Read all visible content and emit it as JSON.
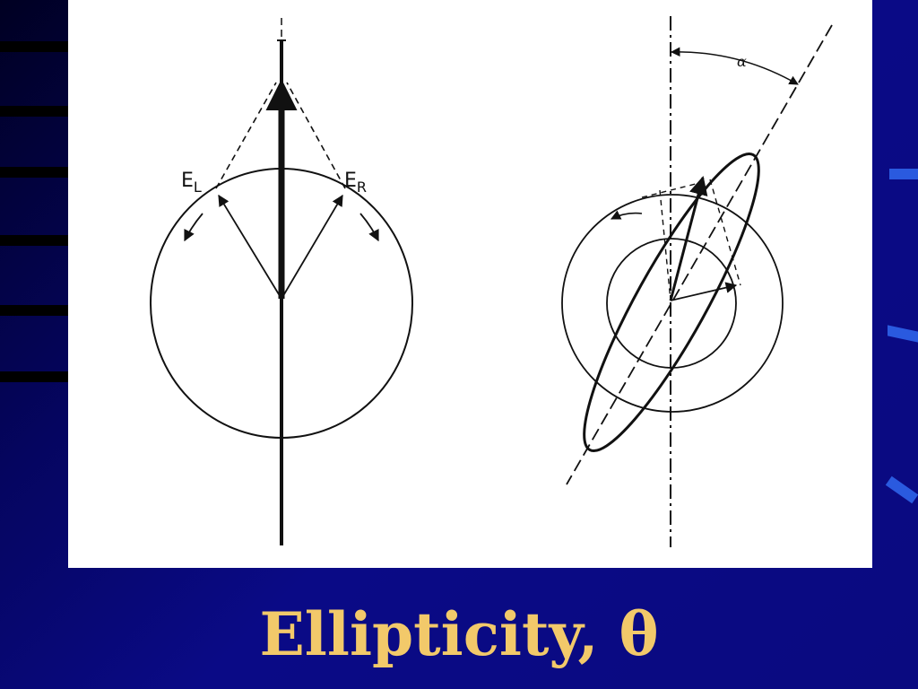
{
  "slide": {
    "title": "Ellipticity, θ",
    "colors": {
      "background": "#0a0a80",
      "title": "#f2c96a",
      "accent_dashes": "#2a5adf",
      "figure_background": "#ffffff"
    }
  },
  "figure": {
    "left_diagram": {
      "label_left": "E",
      "label_left_sub": "L",
      "label_right": "E",
      "label_right_sub": "R"
    },
    "right_diagram": {
      "angle_label": "α"
    }
  }
}
